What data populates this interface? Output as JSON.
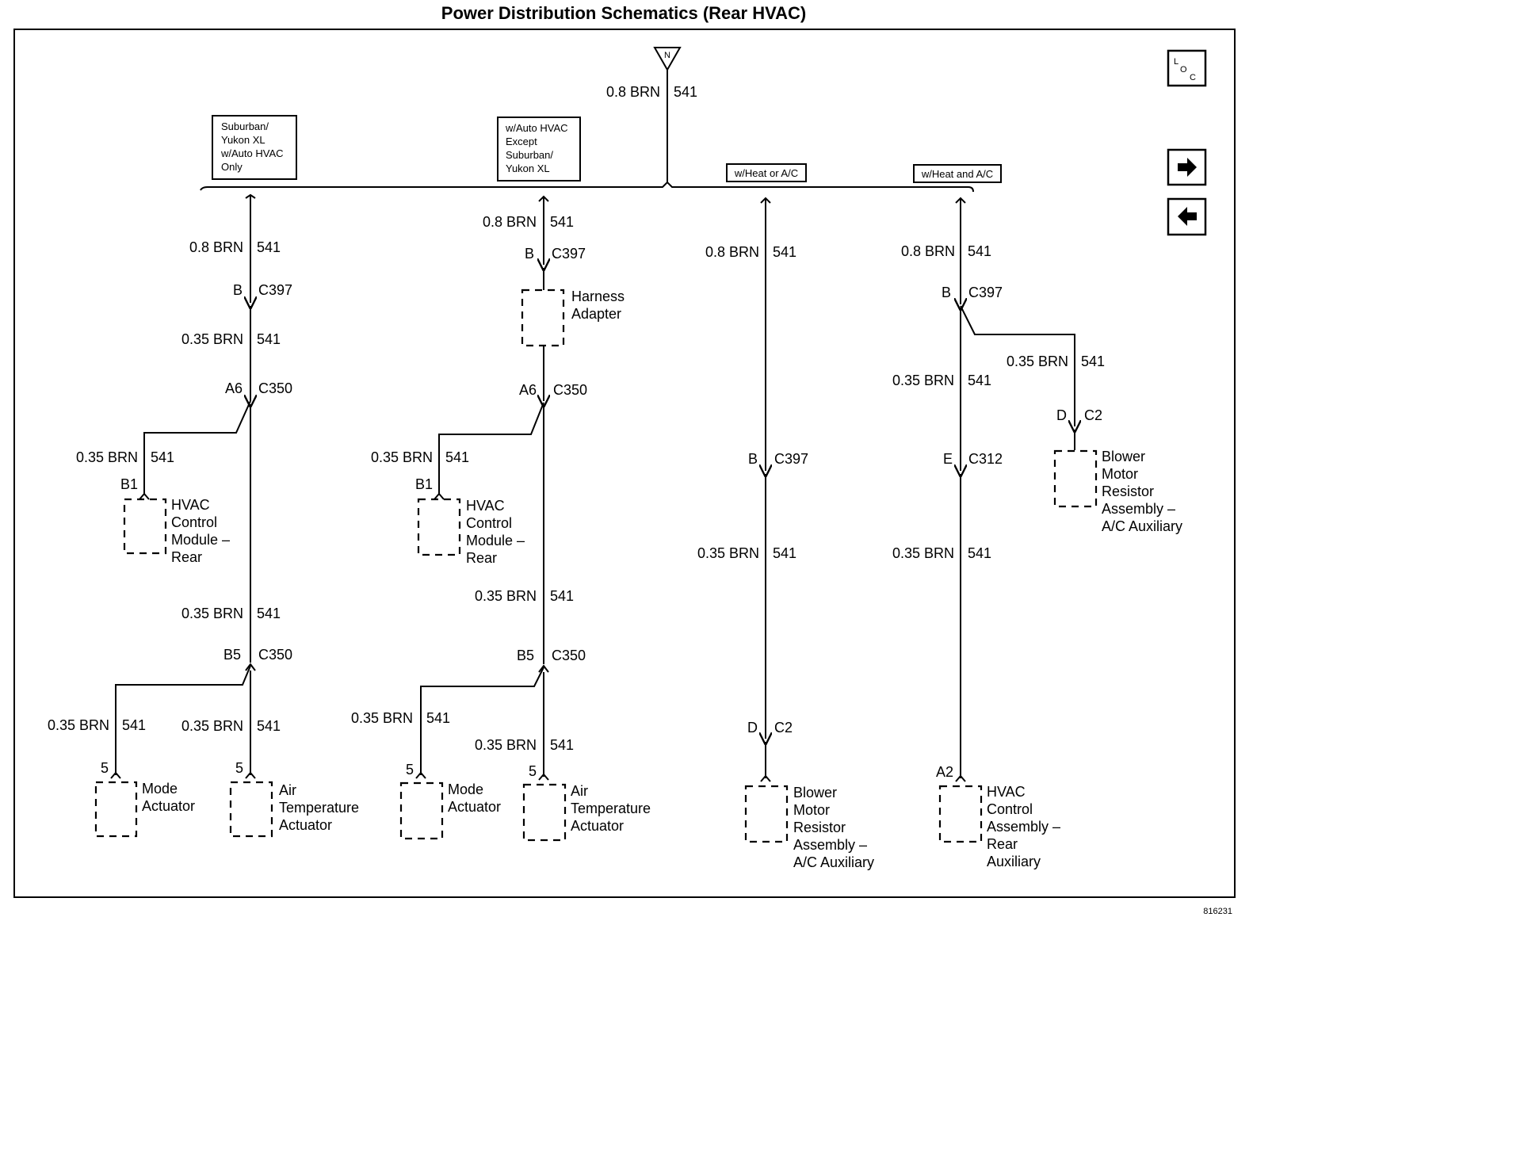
{
  "title": "Power Distribution Schematics (Rear HVAC)",
  "source_node": "N",
  "doc_number": "816231",
  "icons": {
    "location": "loc-icon",
    "next": "arrow-right-icon",
    "prev": "arrow-left-icon"
  },
  "loc_icon": {
    "l": "L",
    "o": "O",
    "c": "C"
  },
  "feed": {
    "gauge": "0.8 BRN",
    "circuit": "541"
  },
  "options": {
    "suburban_auto": [
      "Suburban/",
      "Yukon XL",
      "w/Auto HVAC",
      "Only"
    ],
    "auto_except": [
      "w/Auto HVAC",
      "Except",
      "Suburban/",
      "Yukon XL"
    ],
    "heat_or_ac": "w/Heat or A/C",
    "heat_and_ac": "w/Heat and A/C"
  },
  "wires": {
    "g08": "0.8 BRN",
    "g035": "0.35 BRN",
    "circuit": "541"
  },
  "connectors": {
    "B": "B",
    "A6": "A6",
    "B5": "B5",
    "B1": "B1",
    "D": "D",
    "E": "E",
    "A2": "A2",
    "pin5": "5",
    "C397": "C397",
    "C350": "C350",
    "C312": "C312",
    "C2": "C2"
  },
  "components": {
    "harness": [
      "Harness",
      "Adapter"
    ],
    "hvac_module": [
      "HVAC",
      "Control",
      "Module –",
      "Rear"
    ],
    "mode": [
      "Mode",
      "Actuator"
    ],
    "air_temp": [
      "Air",
      "Temperature",
      "Actuator"
    ],
    "blower": [
      "Blower",
      "Motor",
      "Resistor",
      "Assembly –",
      "A/C Auxiliary"
    ],
    "hvac_assembly": [
      "HVAC",
      "Control",
      "Assembly –",
      "Rear",
      "Auxiliary"
    ]
  }
}
